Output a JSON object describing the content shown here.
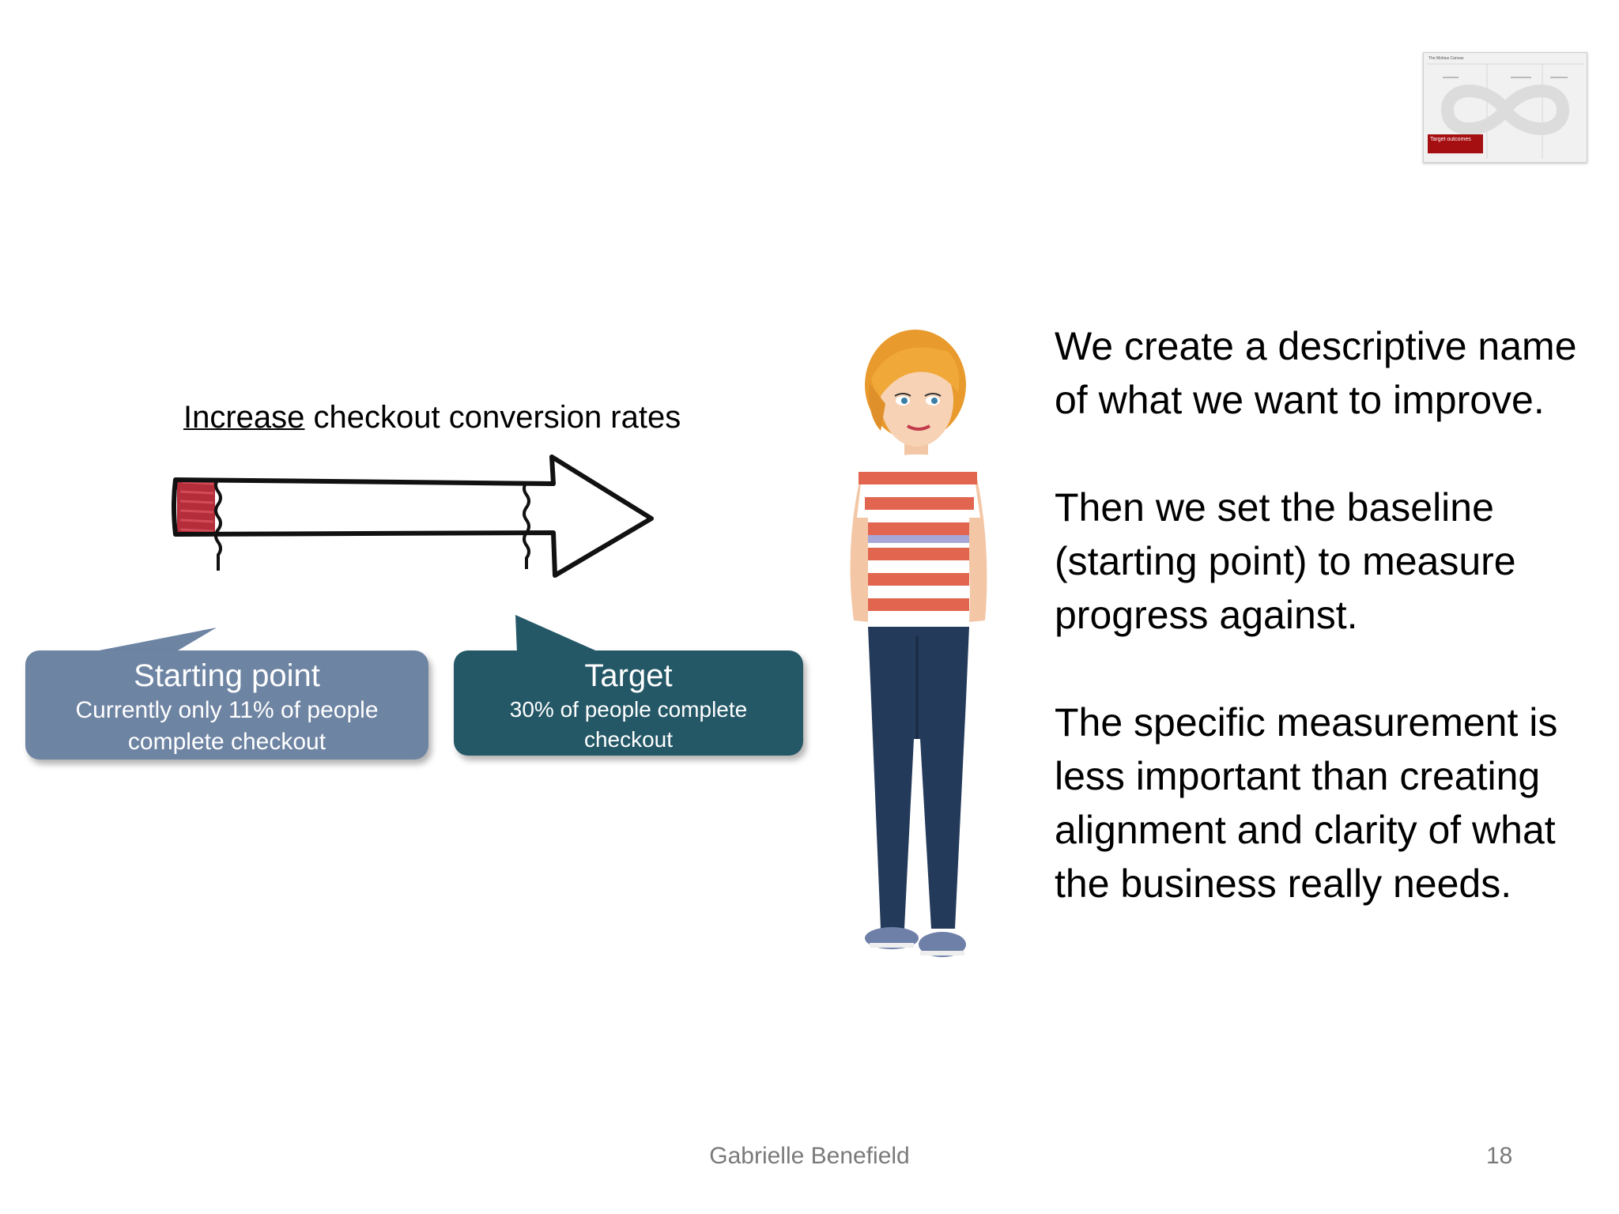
{
  "thumbnail": {
    "title": "The Mobius Canvas",
    "label": "Target outcomes",
    "accent": "#a50f12"
  },
  "goal": {
    "verb": "Increase",
    "rest": " checkout conversion rates"
  },
  "callouts": {
    "start": {
      "title": "Starting point",
      "body_line1": "Currently only 11% of people",
      "body_line2": "complete checkout",
      "color": "#6e84a3"
    },
    "target": {
      "title": "Target",
      "body_line1": "30% of people complete",
      "body_line2": "checkout",
      "color": "#245867"
    }
  },
  "explainer": {
    "para1": "We create a descriptive name of what we want to improve.",
    "para2": "Then we set the baseline (starting point) to measure progress against.",
    "para3": "The specific measurement is less important than creating alignment and clarity of what the business really needs."
  },
  "footer": {
    "author": "Gabrielle Benefield",
    "page": "18"
  }
}
